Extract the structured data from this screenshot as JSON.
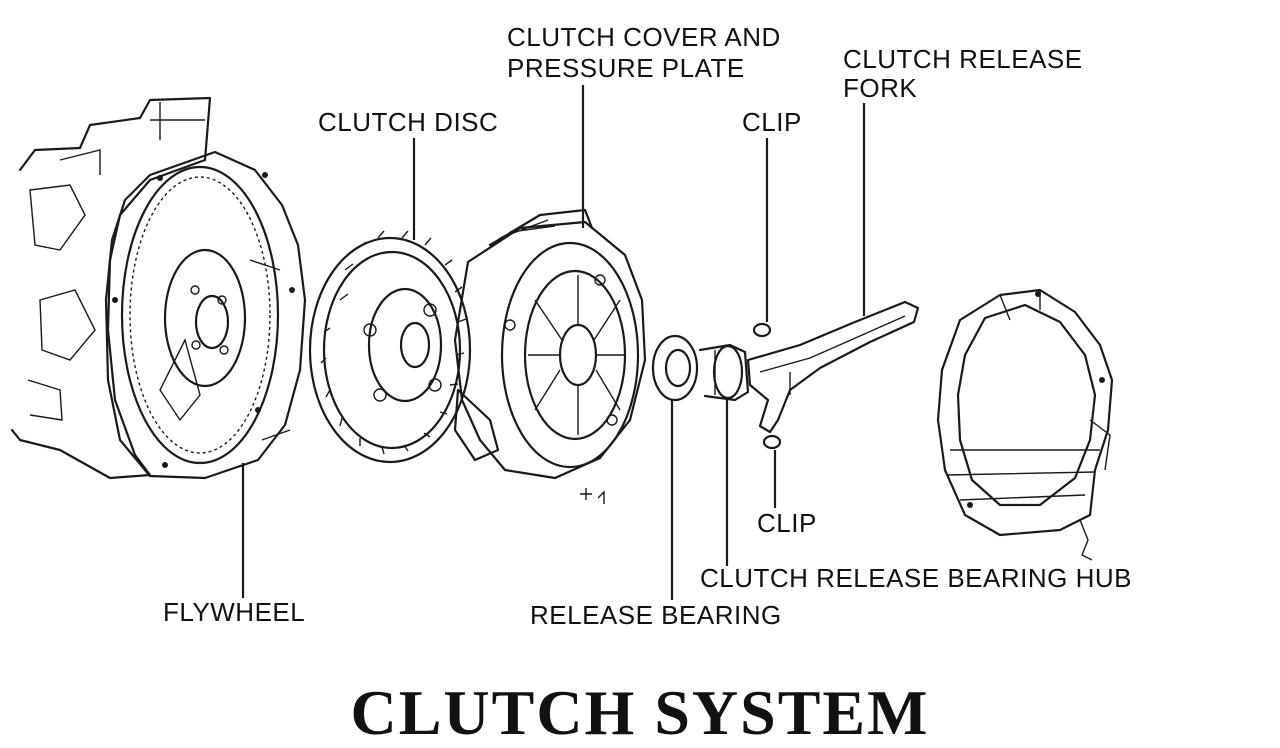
{
  "title": "CLUTCH SYSTEM",
  "labels": {
    "clutch_cover": "CLUTCH COVER AND",
    "pressure_plate": "PRESSURE PLATE",
    "release_fork_1": "CLUTCH RELEASE",
    "release_fork_2": "FORK",
    "clutch_disc": "CLUTCH DISC",
    "clip_top": "CLIP",
    "clip_bottom": "CLIP",
    "flywheel": "FLYWHEEL",
    "bearing_hub": "CLUTCH RELEASE BEARING HUB",
    "release_bearing": "RELEASE BEARING"
  },
  "colors": {
    "ink": "#1a1a1a",
    "background": "#ffffff"
  }
}
